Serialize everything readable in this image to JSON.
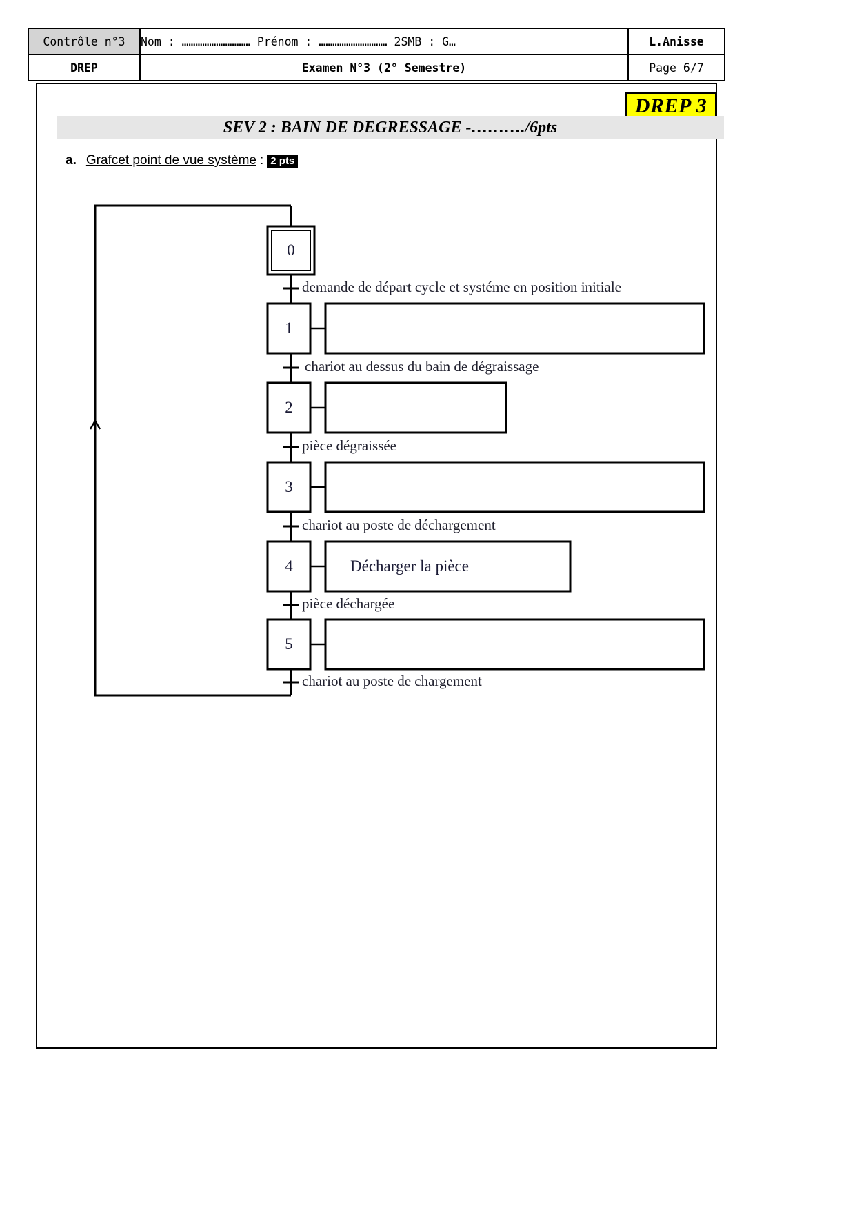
{
  "header": {
    "control_label": "Contrôle n°3",
    "school_label": "DREP",
    "student_line": "Nom : …………………………  Prénom : …………………………  2SMB : G…",
    "exam_title": "Examen N°3 (2° Semestre)",
    "teacher": "L.Anisse",
    "page": "Page 6/7"
  },
  "badge": {
    "drep_label": "DREP 3",
    "drep_bg": "#ffff00"
  },
  "banner": {
    "title": "SEV 2 : BAIN  DE  DEGRESSAGE   -………./6pts",
    "bg": "#e6e6e6"
  },
  "question": {
    "letter": "a.",
    "text": "Grafcet point de vue système",
    "colon": ":",
    "points": "2 pts"
  },
  "grafcet": {
    "steps": [
      {
        "number": "0",
        "initial": true,
        "action": "",
        "action_width": 0
      },
      {
        "number": "1",
        "initial": false,
        "action": "",
        "action_width": 549
      },
      {
        "number": "2",
        "initial": false,
        "action": "",
        "action_width": 262
      },
      {
        "number": "3",
        "initial": false,
        "action": "",
        "action_width": 549
      },
      {
        "number": "4",
        "initial": false,
        "action": "Décharger la pièce",
        "action_width": 355
      },
      {
        "number": "5",
        "initial": false,
        "action": "",
        "action_width": 549
      }
    ],
    "transitions": [
      "demande de départ cycle et systéme en position initiale",
      "chariot au dessus du bain de dégraissage",
      "pièce dégraissée",
      "chariot au poste de déchargement",
      "pièce déchargée",
      "chariot au poste de chargement"
    ]
  }
}
